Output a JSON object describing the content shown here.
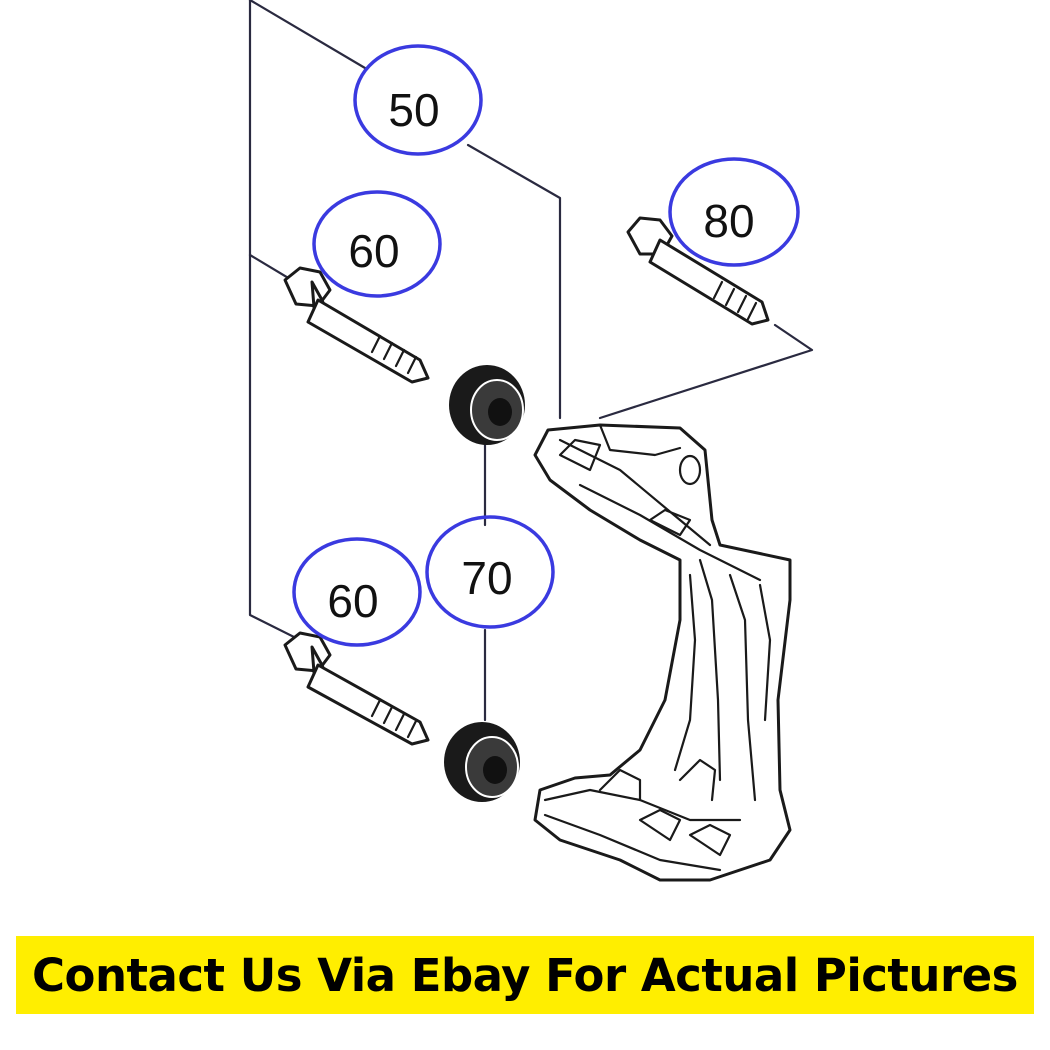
{
  "diagram": {
    "callouts": [
      {
        "id": "callout-50",
        "label": "50"
      },
      {
        "id": "callout-60-top",
        "label": "60"
      },
      {
        "id": "callout-80",
        "label": "80"
      },
      {
        "id": "callout-70",
        "label": "70"
      },
      {
        "id": "callout-60-bottom",
        "label": "60"
      }
    ]
  },
  "banner": {
    "text": "Contact Us Via Ebay For Actual Pictures",
    "background": "#ffee00"
  },
  "colors": {
    "callout_ring": "#3a3ae0",
    "line": "#2a2a40"
  }
}
